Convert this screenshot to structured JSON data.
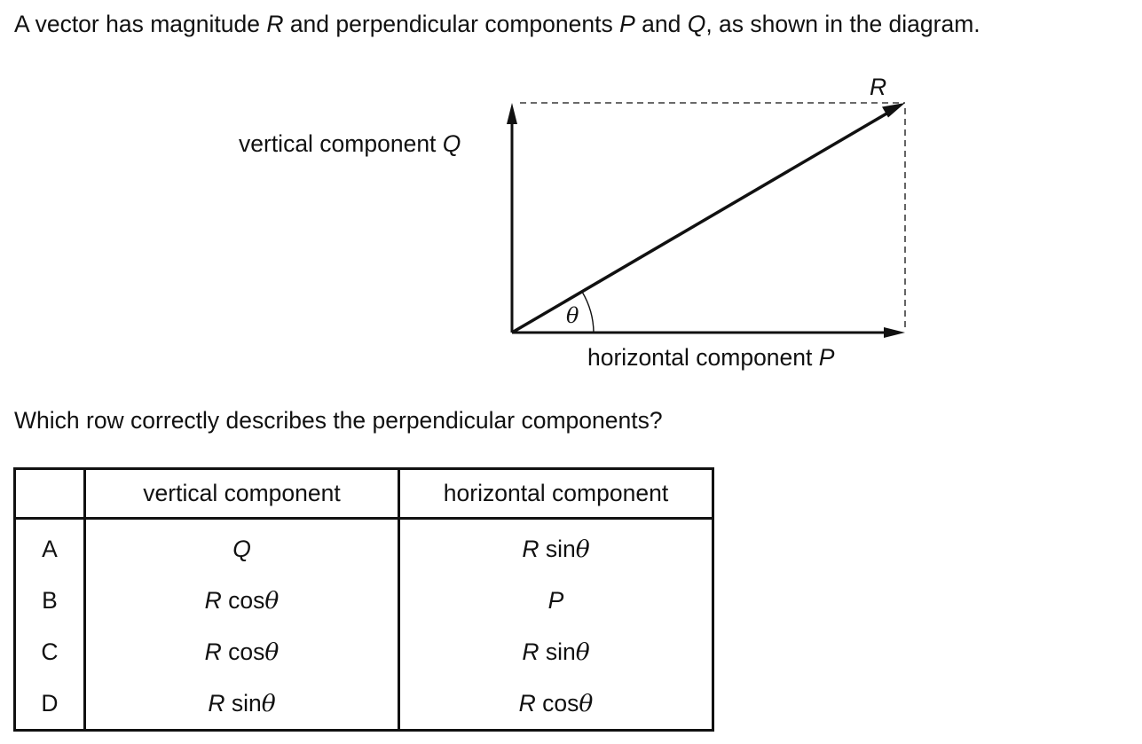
{
  "intro": {
    "prefix": "A vector has magnitude ",
    "var_r": "R",
    "middle": " and perpendicular components ",
    "var_p": "P",
    "and": " and ",
    "var_q": "Q",
    "suffix": ", as shown in the diagram."
  },
  "diagram": {
    "label_r": "R",
    "label_vertical": "vertical component Q",
    "label_horizontal": "horizontal component P",
    "label_angle": "θ"
  },
  "question": "Which row correctly describes the perpendicular components?",
  "table": {
    "headers": [
      "",
      "vertical component",
      "horizontal component"
    ],
    "rows": [
      {
        "letter": "A",
        "vertical": {
          "coef": "",
          "func": "",
          "var": "Q"
        },
        "horizontal": {
          "coef": "R",
          "func": "sin",
          "var": "θ"
        }
      },
      {
        "letter": "B",
        "vertical": {
          "coef": "R",
          "func": "cos",
          "var": "θ"
        },
        "horizontal": {
          "coef": "",
          "func": "",
          "var": "P"
        }
      },
      {
        "letter": "C",
        "vertical": {
          "coef": "R",
          "func": "cos",
          "var": "θ"
        },
        "horizontal": {
          "coef": "R",
          "func": "sin",
          "var": "θ"
        }
      },
      {
        "letter": "D",
        "vertical": {
          "coef": "R",
          "func": "sin",
          "var": "θ"
        },
        "horizontal": {
          "coef": "R",
          "func": "cos",
          "var": "θ"
        }
      }
    ]
  }
}
